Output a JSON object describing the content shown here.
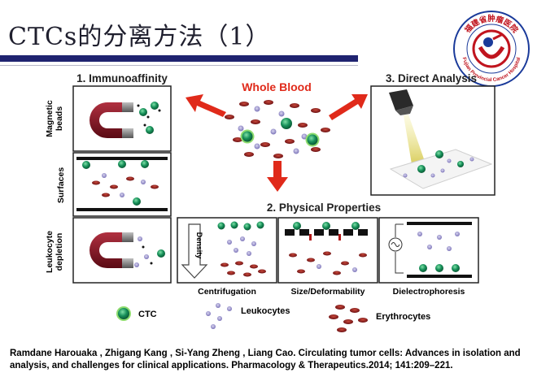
{
  "slide": {
    "title": "CTCs的分离方法（1）"
  },
  "logo": {
    "text_top": "福建省肿瘤医院",
    "text_bottom": "Fujian Provincial Cancer Hospital"
  },
  "figure": {
    "whole_blood": "Whole Blood",
    "section1": {
      "title": "1. Immunoaffinity",
      "rows": [
        "Magnetic beads",
        "Surfaces",
        "Leukocyte depletion"
      ]
    },
    "section2": {
      "title": "2. Physical Properties",
      "panels": [
        "Centrifugation",
        "Size/Deformability",
        "Dielectrophoresis"
      ],
      "density_label": "Density"
    },
    "section3": {
      "title": "3. Direct Analysis"
    },
    "legend": [
      {
        "label": "CTC"
      },
      {
        "label": "Leukocytes"
      },
      {
        "label": "Erythrocytes"
      }
    ],
    "colors": {
      "ctc": "#1a9a5a",
      "ctc_ring": "#8edc6e",
      "leukocyte": "#6a5fb0",
      "erythrocyte": "#8b1a1a",
      "arrow": "#e02a1a",
      "magnet_red": "#7a1020"
    }
  },
  "citation": "Ramdane Harouaka , Zhigang Kang , Si-Yang Zheng , Liang Cao. Circulating tumor cells: Advances in isolation and analysis, and challenges for clinical applications. Pharmacology & Therapeutics.2014; 141:209–221."
}
